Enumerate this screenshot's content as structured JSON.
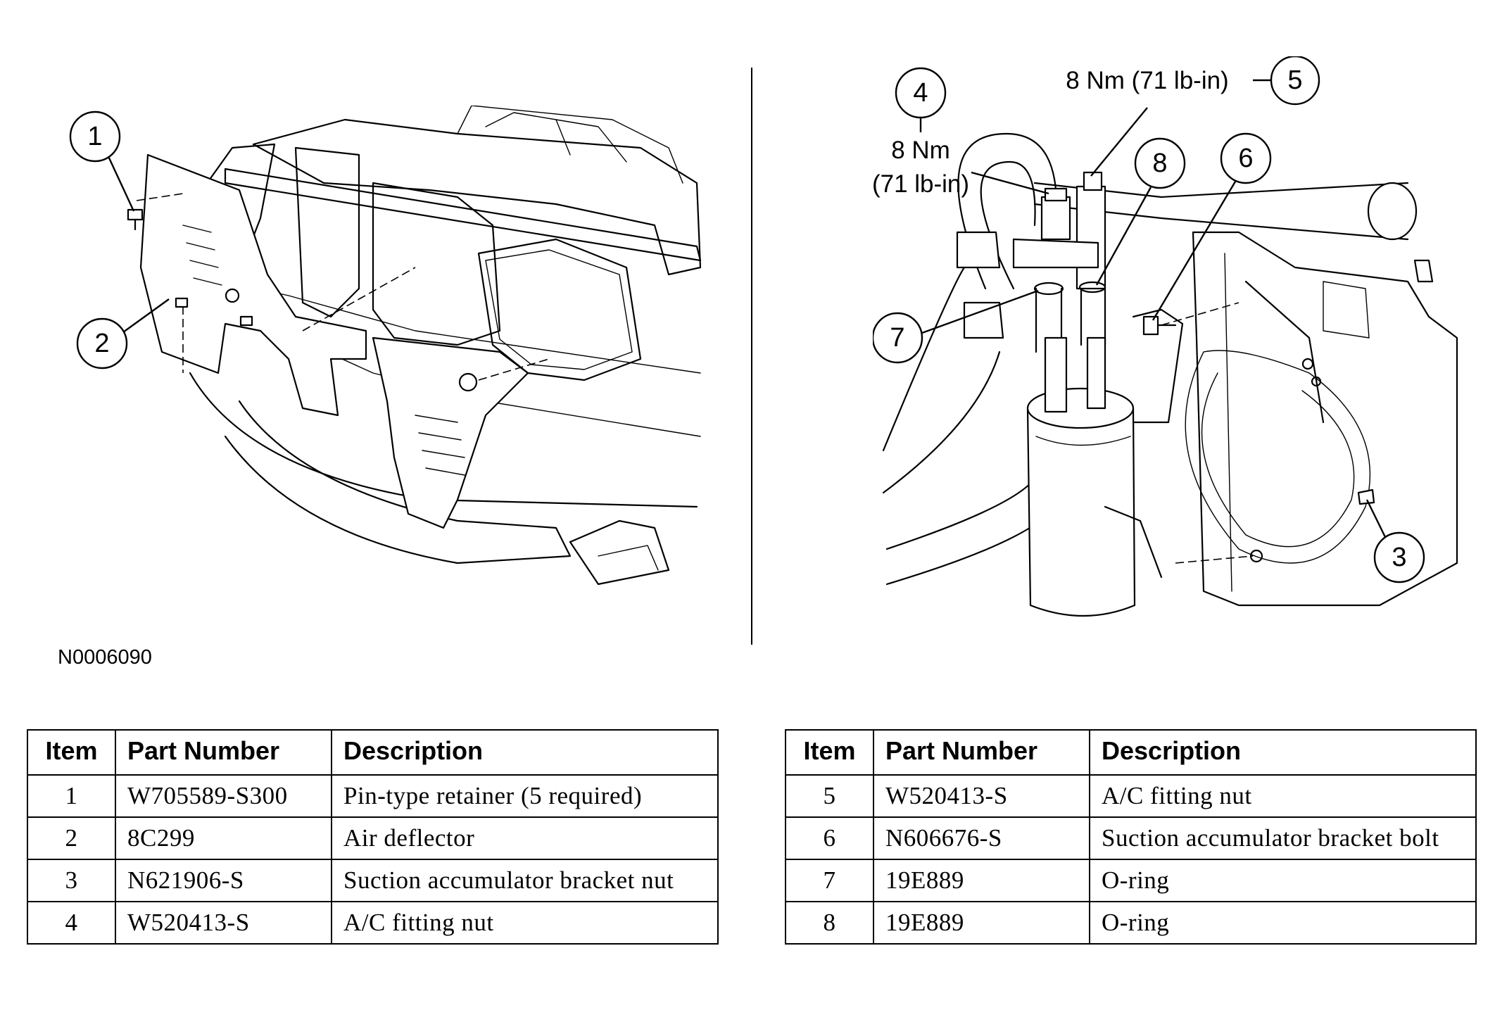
{
  "figure_id": "N0006090",
  "left_figure": {
    "callouts": [
      {
        "number": "1"
      },
      {
        "number": "2"
      }
    ]
  },
  "right_figure": {
    "callouts": [
      {
        "number": "4"
      },
      {
        "number": "5"
      },
      {
        "number": "8"
      },
      {
        "number": "6"
      },
      {
        "number": "7"
      },
      {
        "number": "3"
      }
    ],
    "torque_4_line1": "8 Nm",
    "torque_4_line2": "(71 lb-in)",
    "torque_5": "8 Nm (71 lb-in)"
  },
  "table_headers": {
    "item": "Item",
    "part_number": "Part Number",
    "description": "Description"
  },
  "table_left": {
    "rows": [
      {
        "item": "1",
        "part_number": "W705589-S300",
        "description": "Pin-type retainer (5 required)"
      },
      {
        "item": "2",
        "part_number": "8C299",
        "description": "Air deflector"
      },
      {
        "item": "3",
        "part_number": "N621906-S",
        "description": "Suction accumulator bracket nut"
      },
      {
        "item": "4",
        "part_number": "W520413-S",
        "description": "A/C fitting nut"
      }
    ]
  },
  "table_right": {
    "rows": [
      {
        "item": "5",
        "part_number": "W520413-S",
        "description": "A/C fitting nut"
      },
      {
        "item": "6",
        "part_number": "N606676-S",
        "description": "Suction accumulator bracket bolt"
      },
      {
        "item": "7",
        "part_number": "19E889",
        "description": "O-ring"
      },
      {
        "item": "8",
        "part_number": "19E889",
        "description": "O-ring"
      }
    ]
  }
}
